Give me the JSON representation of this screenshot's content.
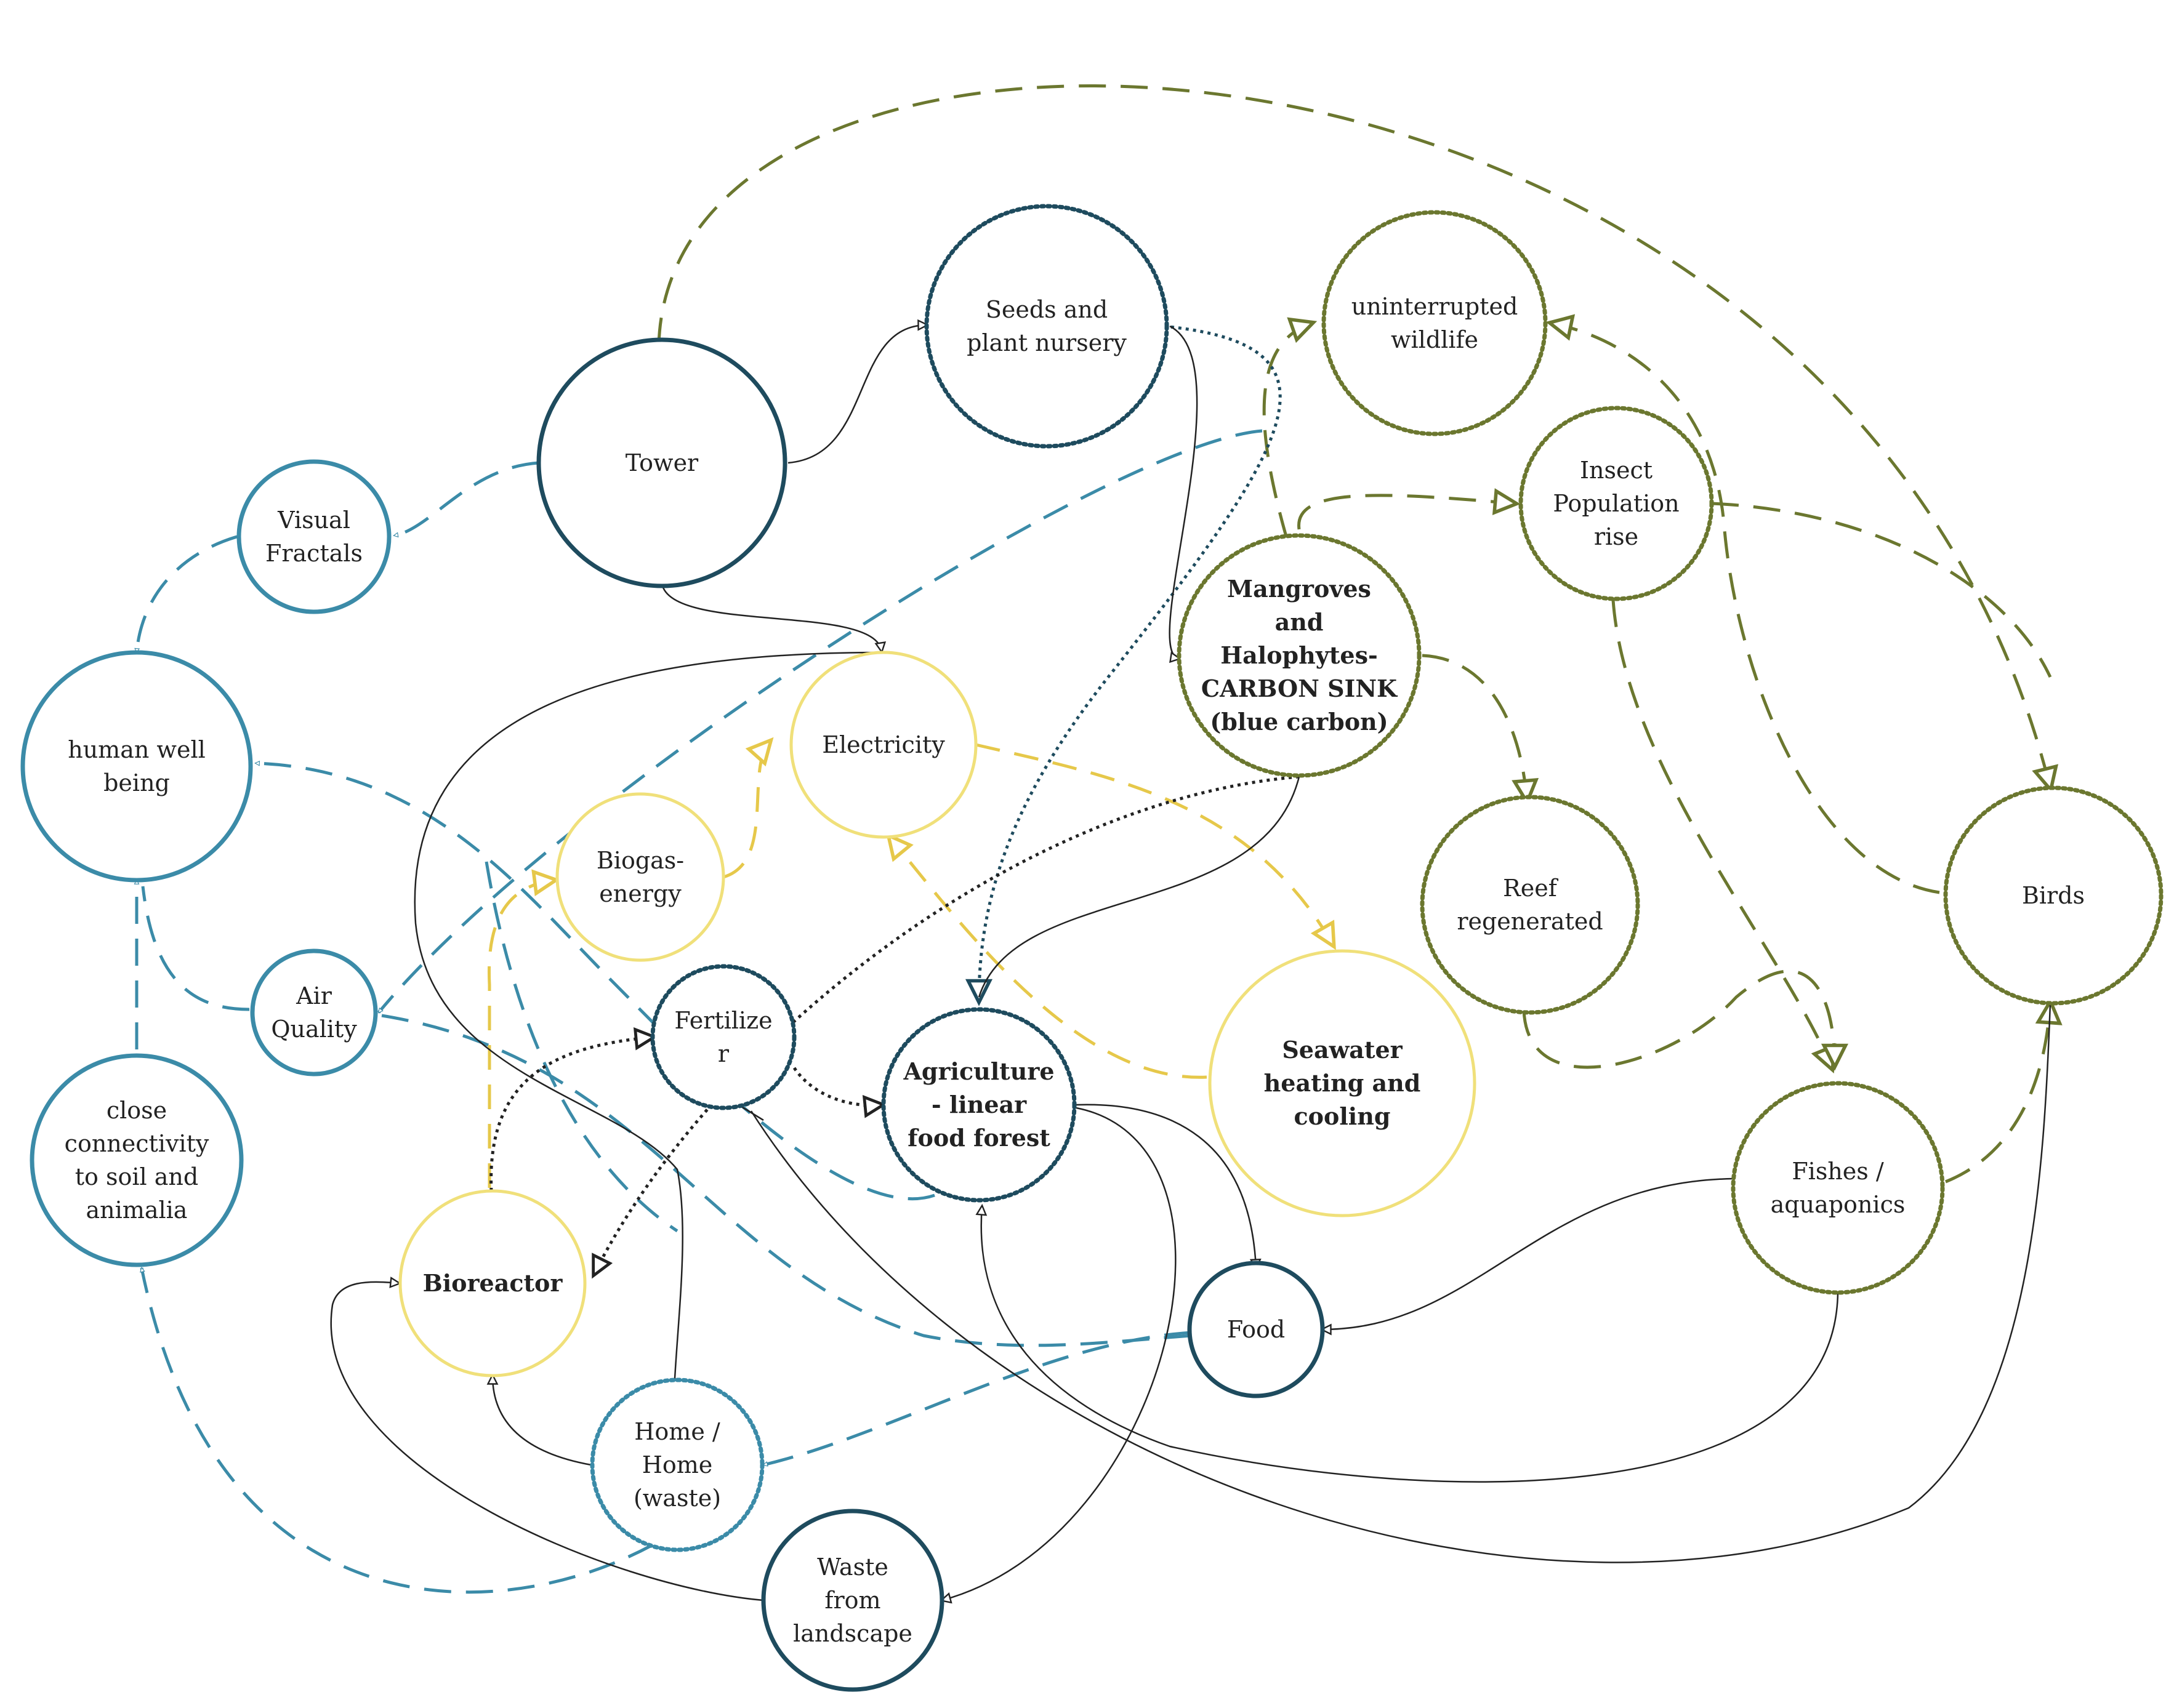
{
  "colors": {
    "teal": "#3b8ba8",
    "navy": "#1e4b5e",
    "olive": "#6b772f",
    "yellow": "#f0e07a",
    "black": "#222222",
    "gold_dash": "#e6c84a"
  },
  "nodes": {
    "tower": {
      "lines": [
        "Tower"
      ]
    },
    "seeds": {
      "lines": [
        "Seeds and",
        "plant nursery"
      ]
    },
    "wildlife": {
      "lines": [
        "uninterrupted",
        "wildlife"
      ]
    },
    "insect": {
      "lines": [
        "Insect",
        "Population",
        "rise"
      ]
    },
    "visual": {
      "lines": [
        "Visual",
        "Fractals"
      ]
    },
    "human": {
      "lines": [
        "human well",
        "being"
      ]
    },
    "mangroves": {
      "lines": [
        "Mangroves",
        "and",
        "Halophytes-",
        "CARBON SINK",
        "(blue carbon)"
      ]
    },
    "electricity": {
      "lines": [
        "Electricity"
      ]
    },
    "biogas": {
      "lines": [
        "Biogas-",
        "energy"
      ]
    },
    "reef": {
      "lines": [
        "Reef",
        "regenerated"
      ]
    },
    "birds": {
      "lines": [
        "Birds"
      ]
    },
    "air": {
      "lines": [
        "Air",
        "Quality"
      ]
    },
    "fertilizer": {
      "lines": [
        "Fertilize",
        "r"
      ]
    },
    "agriculture": {
      "lines": [
        "Agriculture",
        "- linear",
        "food forest"
      ]
    },
    "seawater": {
      "lines": [
        "Seawater",
        "heating and",
        "cooling"
      ]
    },
    "connectivity": {
      "lines": [
        "close",
        "connectivity",
        "to soil and",
        "animalia"
      ]
    },
    "fishes": {
      "lines": [
        "Fishes /",
        "aquaponics"
      ]
    },
    "bioreactor": {
      "lines": [
        "Bioreactor"
      ]
    },
    "food": {
      "lines": [
        "Food"
      ]
    },
    "home": {
      "lines": [
        "Home /",
        "Home",
        "(waste)"
      ]
    },
    "waste": {
      "lines": [
        "Waste",
        "from",
        "landscape"
      ]
    }
  }
}
